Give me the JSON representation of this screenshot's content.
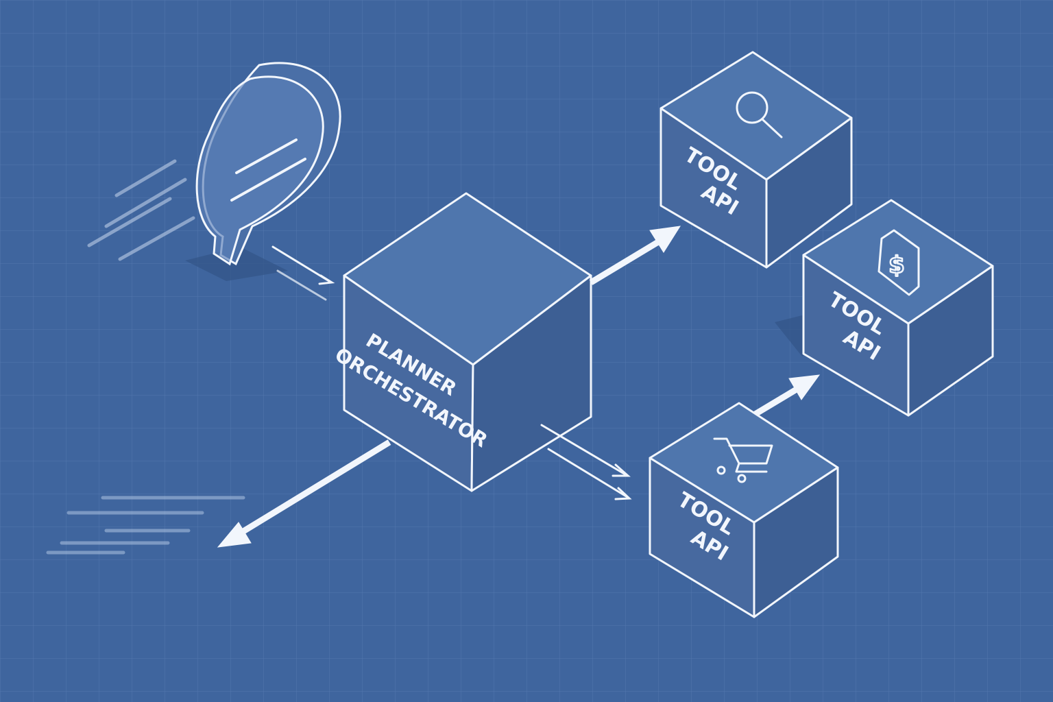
{
  "colors": {
    "background": "#3f659e",
    "grid_minor": "#5378ae",
    "grid_major": "#6488bd",
    "outline": "#f2f6fc",
    "face_top": "#4f76ad",
    "face_left": "#47699f",
    "face_right": "#3d5f94",
    "shadow": "#345688"
  },
  "planner": {
    "line1": "PLANNER",
    "line2": "ORCHESTRATOR"
  },
  "tools": [
    {
      "icon": "magnifier-icon",
      "line1": "TOOL",
      "line2": "API"
    },
    {
      "icon": "price-tag-dollar-icon",
      "line1": "TOOL",
      "line2": "API"
    },
    {
      "icon": "shopping-cart-icon",
      "line1": "TOOL",
      "line2": "API"
    }
  ],
  "chat": {
    "icon": "speech-bubble-icon"
  }
}
